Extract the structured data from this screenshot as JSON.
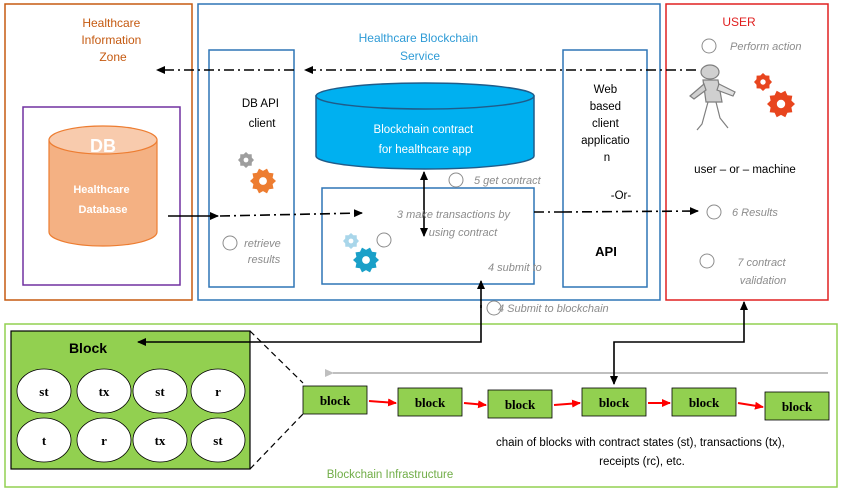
{
  "colors": {
    "zone_border": "#c55a11",
    "service_border": "#2e75b6",
    "user_border": "#e02020",
    "infra_border": "#92d050",
    "db_box_border": "#7030a0",
    "db_fill": "#f4b183",
    "db_top": "#f8cbad",
    "db_stroke": "#ed7d31",
    "chain_fill": "#92d050",
    "chain_top": "#bde38a",
    "chain_label_blue": "#0070c0",
    "chain_stroke": "#1f5c8a",
    "block_fill": "#92d050",
    "red_arrow": "#ff0000",
    "grey_text": "#8c8c8c",
    "gear_orange": "#ed7d31",
    "gear_red": "#e8451e",
    "gear_blue": "#1aa0c8",
    "gear_grey": "#9e9e9e"
  },
  "zones": {
    "info_zone_line1": "Healthcare",
    "info_zone_line2": "Information",
    "info_zone_line3": "Zone",
    "service_line1": "Healthcare Blockchain",
    "service_line2": "Service",
    "user_title": "USER",
    "infra_title": "Blockchain Infrastructure"
  },
  "db": {
    "title": "DB",
    "sub_line1": "Healthcare",
    "sub_line2": "Database"
  },
  "db_api": {
    "line1": "DB API",
    "line2": "client"
  },
  "contract": {
    "line1": "Blockchain contract",
    "line2": "for healthcare app"
  },
  "web_client": {
    "line1": "Web",
    "line2": "based",
    "line3": "client",
    "line4": "applicatio",
    "line5": "n",
    "or": "-Or-",
    "api": "API"
  },
  "user": {
    "user_or_machine": "user – or – machine"
  },
  "steps": {
    "s1": "Perform action",
    "s2_line1": "retrieve",
    "s2_line2": "results",
    "s3_line1": "3  make transactions by",
    "s3_line2": "using contract",
    "s4a": "4 submit to",
    "s4b": "4  Submit to blockchain",
    "s5": "5  get contract",
    "s6": "6  Results",
    "s7_line1": "7  contract",
    "s7_line2": "validation"
  },
  "block_detail": {
    "title": "Block",
    "cells": [
      "st",
      "tx",
      "st",
      "r",
      "t",
      "r",
      "tx",
      "st"
    ]
  },
  "chain": {
    "blocks": [
      "block",
      "block",
      "block",
      "block",
      "block",
      "block"
    ],
    "caption_line1": "chain of blocks with contract states (st), transactions (tx),",
    "caption_line2": "receipts (rc), etc."
  }
}
